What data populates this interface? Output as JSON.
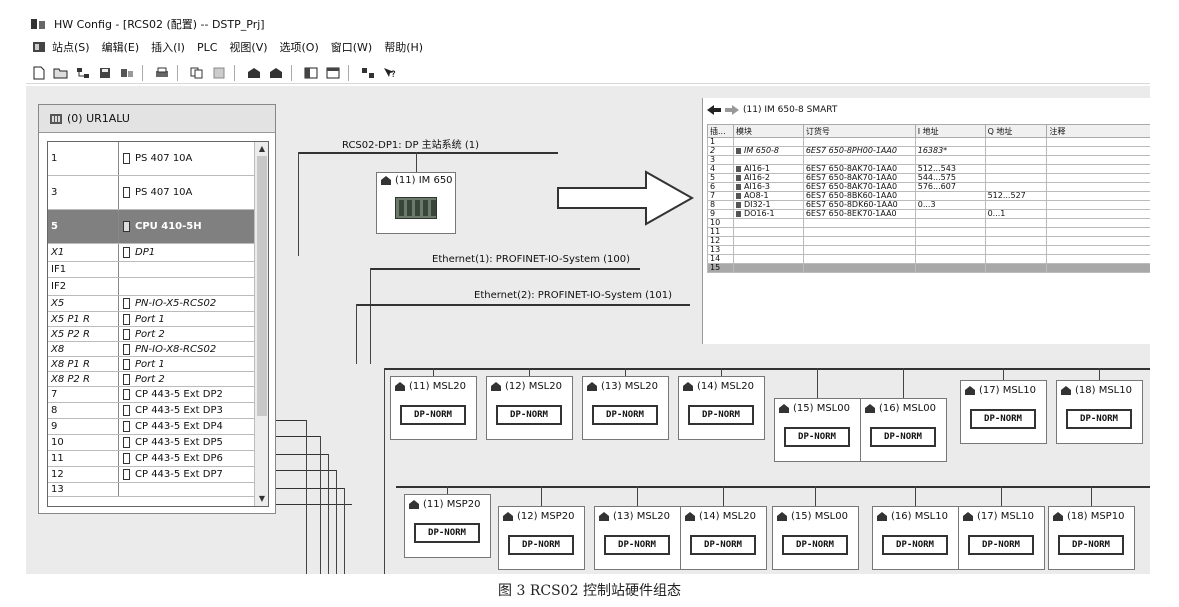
{
  "window": {
    "title": "HW Config - [RCS02 (配置) -- DSTP_Prj]"
  },
  "menu": [
    "站点(S)",
    "编辑(E)",
    "插入(I)",
    "PLC",
    "视图(V)",
    "选项(O)",
    "窗口(W)",
    "帮助(H)"
  ],
  "rack": {
    "title": "(0) UR1ALU",
    "slots": [
      {
        "slot": "1",
        "module": "PS 407 10A"
      },
      {
        "slot": "3",
        "module": "PS 407 10A"
      },
      {
        "slot": "5",
        "module": "CPU 410-5H"
      },
      {
        "slot": "X1",
        "module": "DP1"
      },
      {
        "slot": "IF1",
        "module": ""
      },
      {
        "slot": "IF2",
        "module": ""
      },
      {
        "slot": "X5",
        "module": "PN-IO-X5-RCS02"
      },
      {
        "slot": "X5 P1 R",
        "module": "Port 1"
      },
      {
        "slot": "X5 P2 R",
        "module": "Port 2"
      },
      {
        "slot": "X8",
        "module": "PN-IO-X8-RCS02"
      },
      {
        "slot": "X8 P1 R",
        "module": "Port 1"
      },
      {
        "slot": "X8 P2 R",
        "module": "Port 2"
      },
      {
        "slot": "7",
        "module": "CP 443-5 Ext DP2"
      },
      {
        "slot": "8",
        "module": "CP 443-5 Ext DP3"
      },
      {
        "slot": "9",
        "module": "CP 443-5 Ext DP4"
      },
      {
        "slot": "10",
        "module": "CP 443-5 Ext DP5"
      },
      {
        "slot": "11",
        "module": "CP 443-5 Ext DP6"
      },
      {
        "slot": "12",
        "module": "CP 443-5 Ext DP7"
      },
      {
        "slot": "13",
        "module": ""
      }
    ]
  },
  "networks": {
    "dp": "RCS02-DP1: DP 主站系统 (1)",
    "eth1": "Ethernet(1): PROFINET-IO-System (100)",
    "eth2": "Ethernet(2): PROFINET-IO-System (101)"
  },
  "im650": {
    "label": "(11) IM 650"
  },
  "detail": {
    "title": "(11)  IM 650-8 SMART",
    "columns": [
      "插...",
      "模块",
      "订货号",
      "I 地址",
      "Q 地址",
      "注释"
    ],
    "rows": [
      {
        "slot": "1",
        "module": "",
        "order": "",
        "i": "",
        "q": ""
      },
      {
        "slot": "2",
        "module": "IM 650-8",
        "order": "6ES7 650-8PH00-1AA0",
        "i": "16383*",
        "q": ""
      },
      {
        "slot": "3",
        "module": "",
        "order": "",
        "i": "",
        "q": ""
      },
      {
        "slot": "4",
        "module": "AI16-1",
        "order": "6ES7 650-8AK70-1AA0",
        "i": "512...543",
        "q": ""
      },
      {
        "slot": "5",
        "module": "AI16-2",
        "order": "6ES7 650-8AK70-1AA0",
        "i": "544...575",
        "q": ""
      },
      {
        "slot": "6",
        "module": "AI16-3",
        "order": "6ES7 650-8AK70-1AA0",
        "i": "576...607",
        "q": ""
      },
      {
        "slot": "7",
        "module": "AO8-1",
        "order": "6ES7 650-8BK60-1AA0",
        "i": "",
        "q": "512...527"
      },
      {
        "slot": "8",
        "module": "DI32-1",
        "order": "6ES7 650-8DK60-1AA0",
        "i": "0...3",
        "q": ""
      },
      {
        "slot": "9",
        "module": "DO16-1",
        "order": "6ES7 650-8EK70-1AA0",
        "i": "",
        "q": "0...1"
      },
      {
        "slot": "10",
        "module": "",
        "order": "",
        "i": "",
        "q": ""
      },
      {
        "slot": "11",
        "module": "",
        "order": "",
        "i": "",
        "q": ""
      },
      {
        "slot": "12",
        "module": "",
        "order": "",
        "i": "",
        "q": ""
      },
      {
        "slot": "13",
        "module": "",
        "order": "",
        "i": "",
        "q": ""
      },
      {
        "slot": "14",
        "module": "",
        "order": "",
        "i": "",
        "q": ""
      },
      {
        "slot": "15",
        "module": "",
        "order": "",
        "i": "",
        "q": ""
      }
    ]
  },
  "devices_row1": [
    {
      "label": "(11) MSL20",
      "badge": "DP-NORM"
    },
    {
      "label": "(12) MSL20",
      "badge": "DP-NORM"
    },
    {
      "label": "(13) MSL20",
      "badge": "DP-NORM"
    },
    {
      "label": "(14) MSL20",
      "badge": "DP-NORM"
    },
    {
      "label": "(15) MSL00",
      "badge": "DP-NORM"
    },
    {
      "label": "(16) MSL00",
      "badge": "DP-NORM"
    },
    {
      "label": "(17) MSL10",
      "badge": "DP-NORM"
    },
    {
      "label": "(18) MSL10",
      "badge": "DP-NORM"
    }
  ],
  "devices_row2": [
    {
      "label": "(11) MSP20",
      "badge": "DP-NORM"
    },
    {
      "label": "(12) MSP20",
      "badge": "DP-NORM"
    },
    {
      "label": "(13) MSL20",
      "badge": "DP-NORM"
    },
    {
      "label": "(14) MSL20",
      "badge": "DP-NORM"
    },
    {
      "label": "(15) MSL00",
      "badge": "DP-NORM"
    },
    {
      "label": "(16) MSL10",
      "badge": "DP-NORM"
    },
    {
      "label": "(17) MSL10",
      "badge": "DP-NORM"
    },
    {
      "label": "(18) MSP10",
      "badge": "DP-NORM"
    }
  ],
  "caption": "图 3    RCS02 控制站硬件组态"
}
